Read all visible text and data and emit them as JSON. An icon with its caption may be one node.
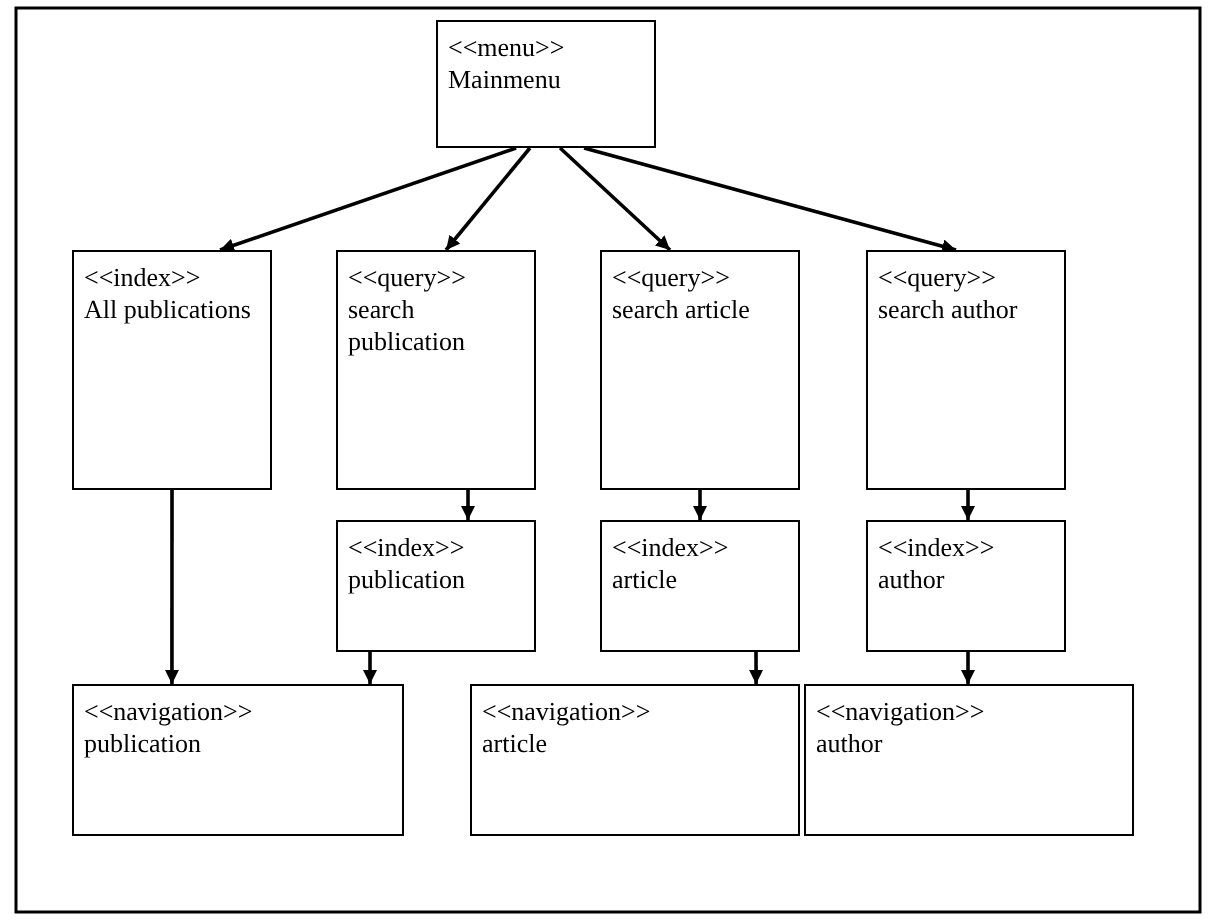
{
  "diagram": {
    "nodes": [
      {
        "text": [
          "<<menu>>",
          "Mainmenu"
        ]
      },
      {
        "text": [
          "<<index>>",
          "All publications"
        ]
      },
      {
        "text": [
          "<<query>>",
          "search publication"
        ]
      },
      {
        "text": [
          "<<query>>",
          "search article"
        ]
      },
      {
        "text": [
          "<<query>>",
          "search author"
        ]
      },
      {
        "text": [
          "<<index>>",
          "publication"
        ]
      },
      {
        "text": [
          "<<index>>",
          "article"
        ]
      },
      {
        "text": [
          "<<index>>",
          "author"
        ]
      },
      {
        "text": [
          "<<navigation>>",
          "publication"
        ]
      },
      {
        "text": [
          "<<navigation>>",
          "article"
        ]
      },
      {
        "text": [
          "<<navigation>>",
          "author"
        ]
      }
    ],
    "edges": [
      {
        "from": 0,
        "to": 1,
        "arrow": "to"
      },
      {
        "from": 0,
        "to": 2,
        "arrow": "to"
      },
      {
        "from": 0,
        "to": 3,
        "arrow": "to"
      },
      {
        "from": 0,
        "to": 4,
        "arrow": "to"
      },
      {
        "from": 1,
        "to": 8,
        "arrow": "to"
      },
      {
        "from": 2,
        "to": 5,
        "arrow": "to"
      },
      {
        "from": 3,
        "to": 6,
        "arrow": "to"
      },
      {
        "from": 4,
        "to": 7,
        "arrow": "to"
      },
      {
        "from": 5,
        "to": 8,
        "arrow": "to"
      },
      {
        "from": 6,
        "to": 9,
        "arrow": "to"
      },
      {
        "from": 7,
        "to": 10,
        "arrow": "to"
      }
    ]
  }
}
